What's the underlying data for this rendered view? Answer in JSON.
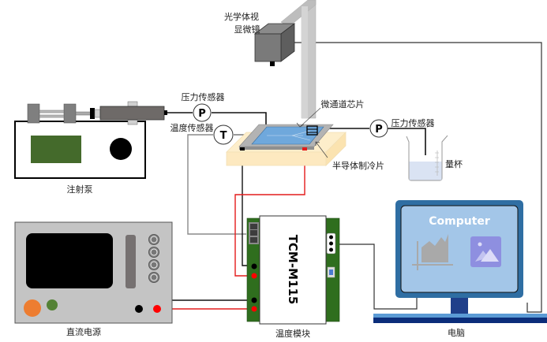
{
  "labels": {
    "microscope_line1": "光学体视",
    "microscope_line2": "显微镜",
    "pressure_sensor_in": "压力传感器",
    "temperature_sensor": "温度传感器",
    "microchannel_chip": "微通道芯片",
    "pressure_sensor_out": "压力传感器",
    "peltier": "半导体制冷片",
    "beaker": "量杯",
    "syringe_pump": "注射泵",
    "dc_power": "直流电源",
    "temp_module": "温度模块",
    "computer": "电脑"
  },
  "sensors": {
    "pressure_symbol": "P",
    "temperature_symbol": "T"
  },
  "module": {
    "model": "TCM-M115"
  },
  "screen": {
    "title": "Computer"
  },
  "colors": {
    "pump_display": "#446a2b",
    "chip_blue": "#6fa8dc",
    "peltier_base": "#fdeecb",
    "module_board": "#2f6e1e",
    "monitor_frame": "#2f6ea3",
    "monitor_screen": "#a3c6e8",
    "red_wire": "#e41b1b",
    "orange_knob": "#ed7d31",
    "green_knob": "#548235"
  }
}
